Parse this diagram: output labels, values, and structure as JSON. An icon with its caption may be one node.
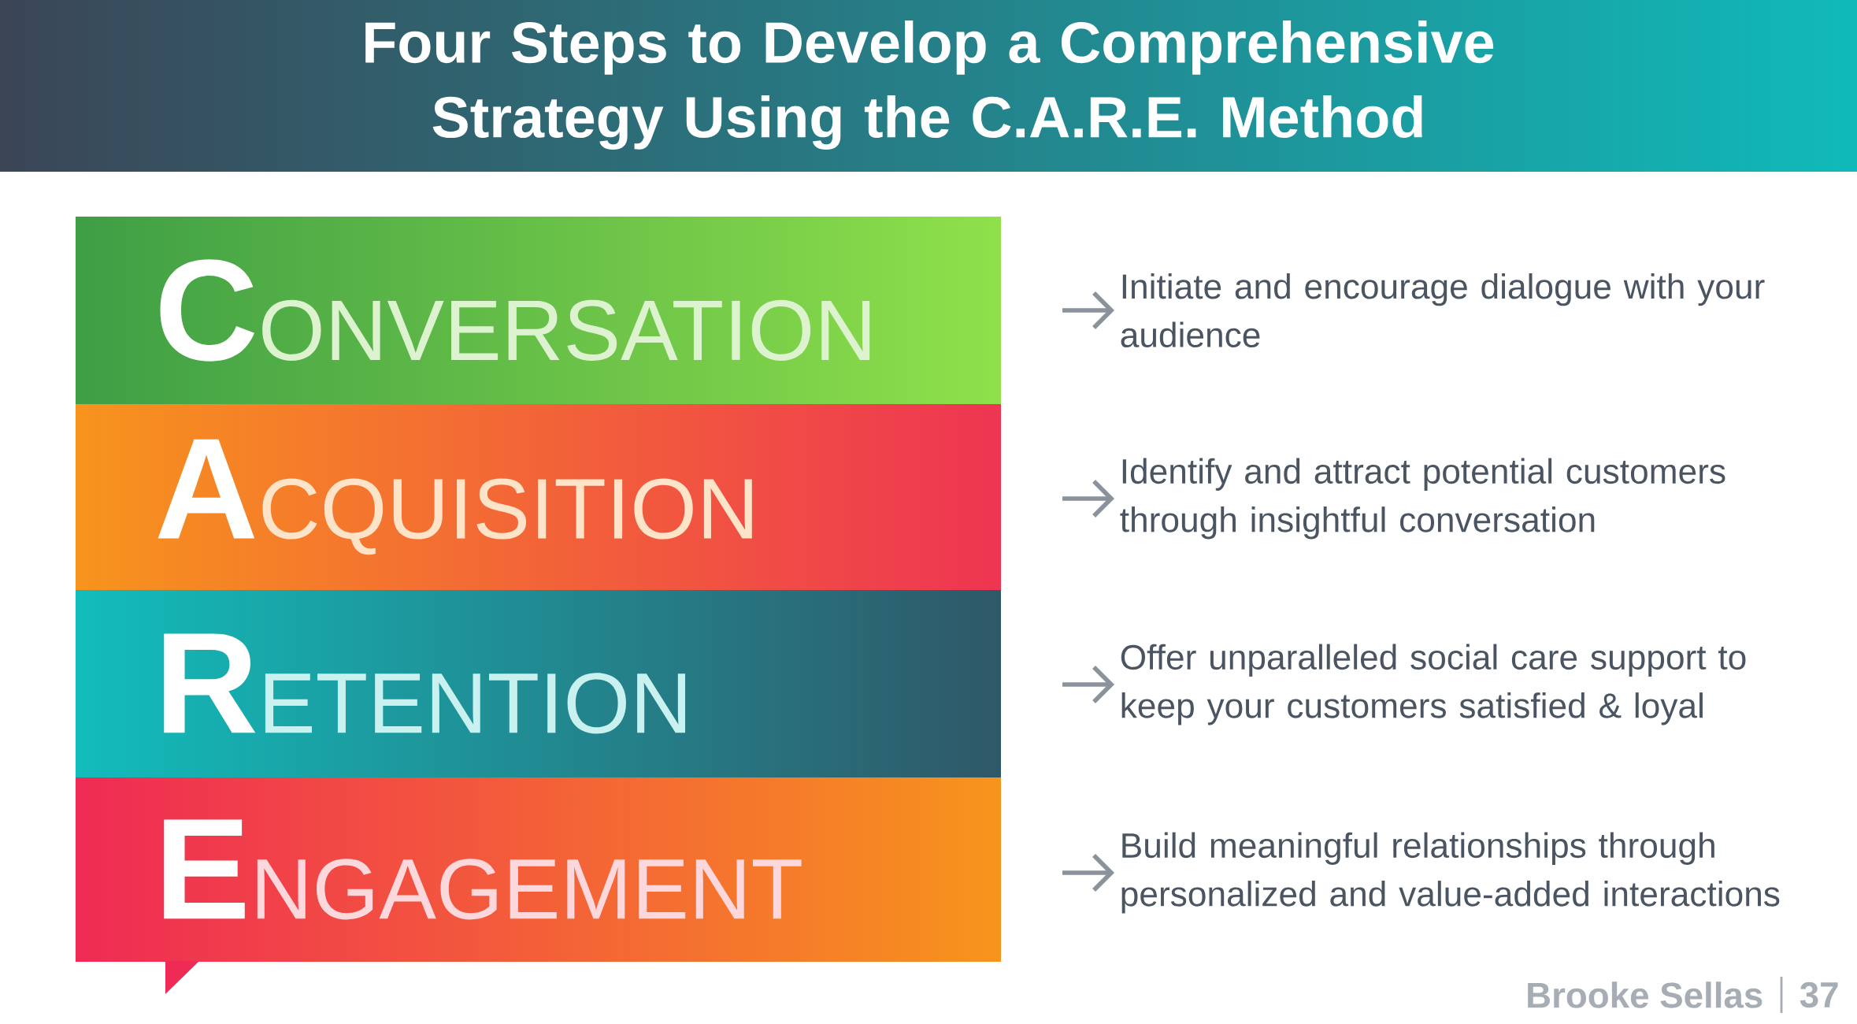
{
  "diagram": {
    "title": "Four Steps to Develop a Comprehensive Strategy Using the C.A.R.E. Method",
    "nodes": [
      {
        "text": [
          "C",
          "ONVERSATION"
        ]
      },
      {
        "text": [
          "A",
          "CQUISITION"
        ]
      },
      {
        "text": [
          "R",
          "ETENTION"
        ]
      },
      {
        "text": [
          "E",
          "NGAGEMENT"
        ]
      },
      {
        "text": [
          "Initiate and encourage dialogue with your audience"
        ]
      },
      {
        "text": [
          "Identify and attract potential customers through insightful conversation"
        ]
      },
      {
        "text": [
          "Offer unparalleled social care support to keep your customers satisfied & loyal"
        ]
      },
      {
        "text": [
          "Build meaningful relationships through personalized and value-added interactions"
        ]
      }
    ],
    "edges": [
      {
        "from": null,
        "to": 4,
        "arrow": "to"
      },
      {
        "from": null,
        "to": 5,
        "arrow": "to"
      },
      {
        "from": null,
        "to": 6,
        "arrow": "to"
      },
      {
        "from": null,
        "to": 7,
        "arrow": "to"
      }
    ],
    "labels": [
      "Brooke Sellas",
      "37"
    ]
  }
}
